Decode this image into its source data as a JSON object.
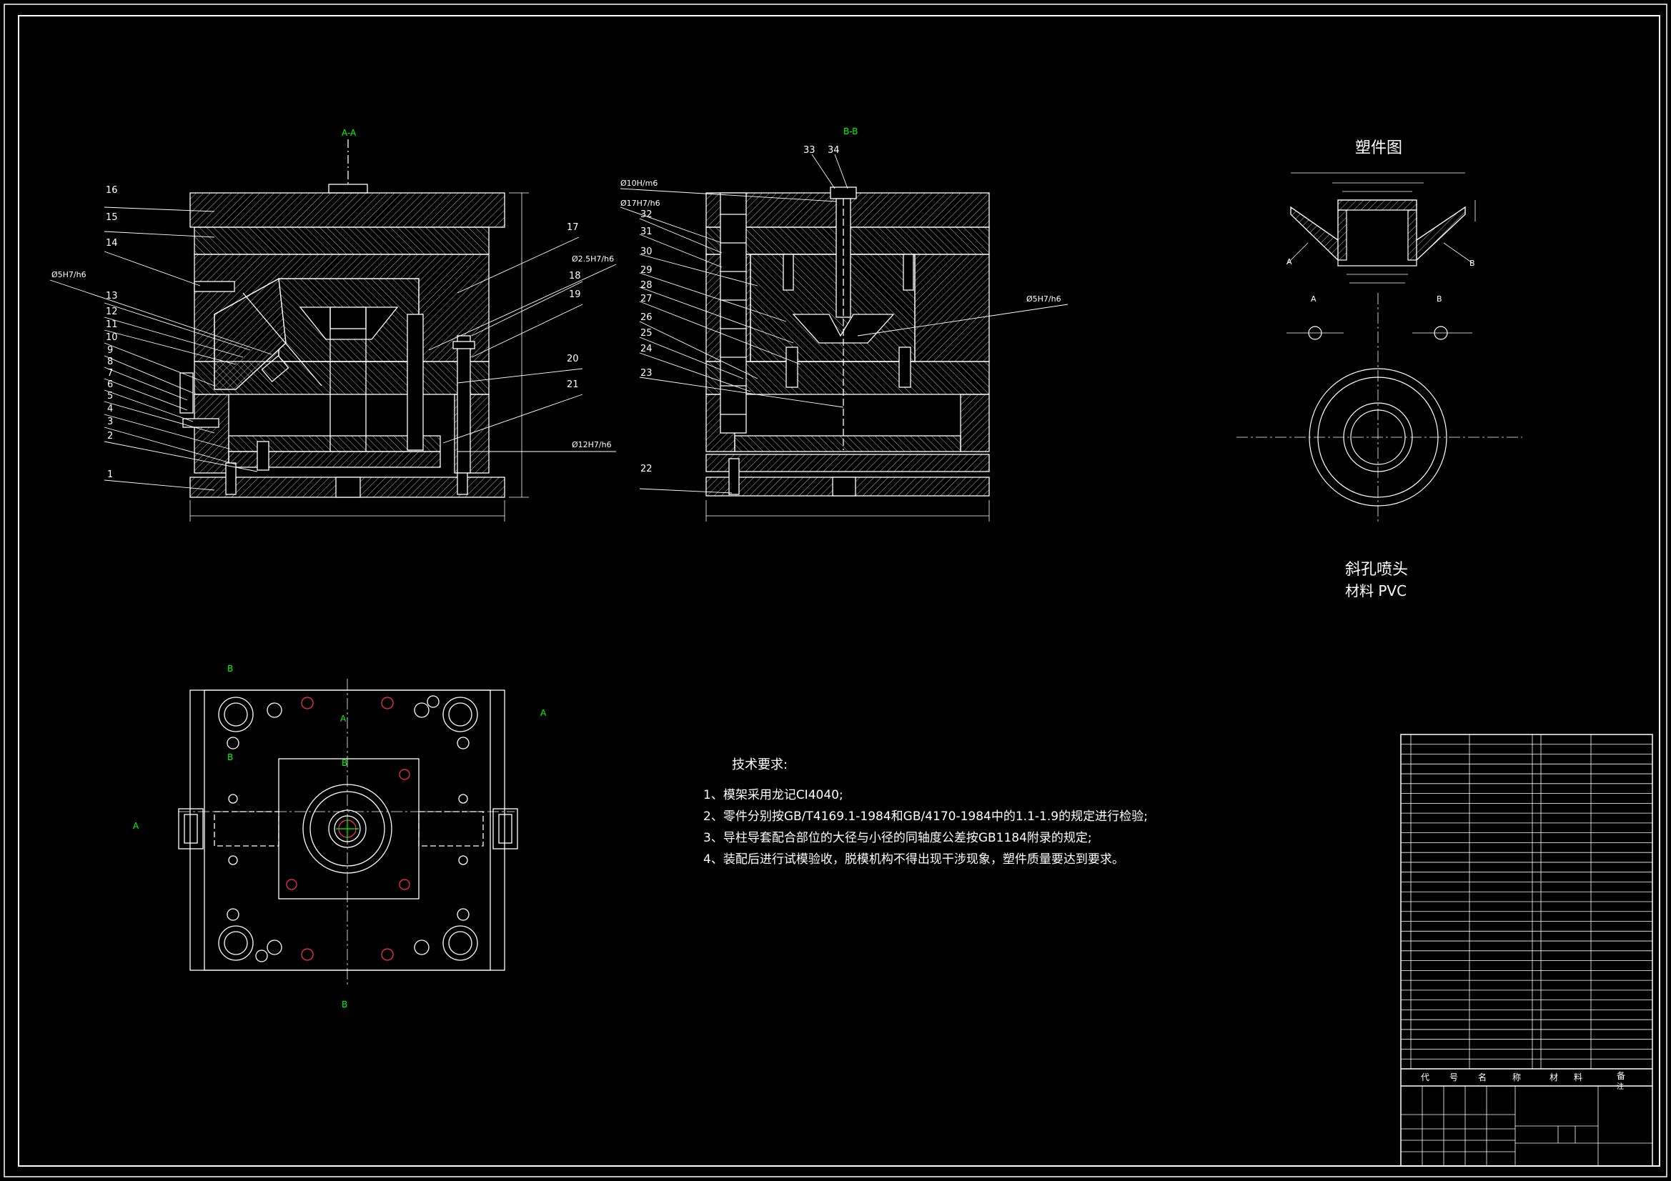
{
  "views": {
    "section_aa_label": "A-A",
    "section_bb_label": "B-B",
    "view_marks": {
      "b_left": "B",
      "b_mid": "B",
      "b_bottom": "B",
      "a_left": "A",
      "a_right": "A",
      "a_top": "A",
      "b_top": "B"
    }
  },
  "left_callouts": [
    "16",
    "15",
    "14",
    "Ø5H7/h6",
    "13",
    "12",
    "11",
    "10",
    "9",
    "8",
    "7",
    "6",
    "5",
    "4",
    "3",
    "2",
    "1"
  ],
  "right_callouts_aa": [
    "17",
    "Ø2.5H7/h6",
    "18",
    "19",
    "20",
    "21",
    "Ø12H7/h6"
  ],
  "bb_callouts_left": [
    "Ø10H/m6",
    "Ø17H7/h6",
    "32",
    "31",
    "30",
    "29",
    "28",
    "27",
    "26",
    "25",
    "24",
    "23",
    "22"
  ],
  "bb_callouts_top": [
    "33",
    "34"
  ],
  "bb_callouts_right": [
    "Ø5H7/h6"
  ],
  "part_drawing": {
    "title": "塑件图",
    "section_a": "A",
    "section_b": "B",
    "name": "斜孔喷头",
    "material": "材料 PVC"
  },
  "tech_requirements": {
    "heading": "技术要求:",
    "items": [
      "1、模架采用龙记CI4040;",
      "2、零件分别按GB/T4169.1-1984和GB/4170-1984中的1.1-1.9的规定进行检验;",
      "3、导柱导套配合部位的大径与小径的同轴度公差按GB1184附录的规定;",
      "4、装配后进行试模验收，脱模机构不得出现干涉现象，塑件质量要达到要求。"
    ]
  },
  "title_block": {
    "header": [
      "代",
      "号",
      "名",
      "称",
      "材",
      "料",
      "备"
    ],
    "note": "注",
    "rows": 34
  },
  "colors": {
    "line": "#ffffff",
    "section_mark": "#00ff00",
    "accent": "#ff3355",
    "hatch": "#cfcfcf"
  }
}
